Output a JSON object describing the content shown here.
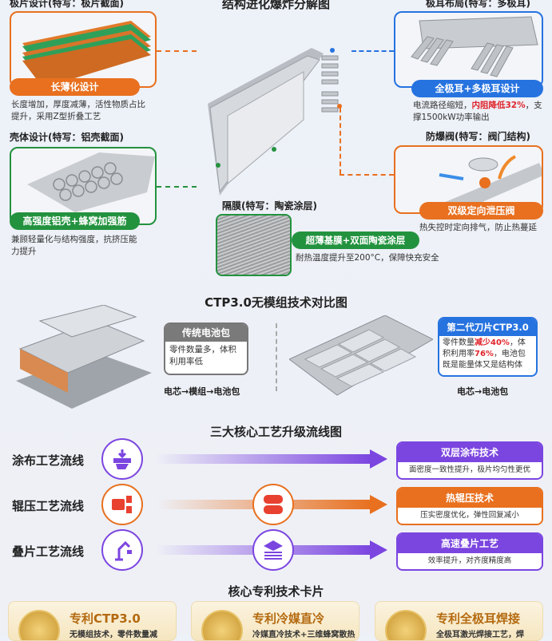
{
  "exploded": {
    "title": "结构进化爆炸分解图",
    "electrode": {
      "label": "极片设计(特写：极片截面)",
      "pill": "长薄化设计",
      "desc": "长度增加，厚度减薄，活性物质占比提升，采用Z型折叠工艺",
      "color": "#e8701f"
    },
    "shell": {
      "label": "壳体设计(特写：铝壳截面)",
      "pill": "高强度铝壳+蜂窝加强筋",
      "desc": "兼顾轻量化与结构强度，抗挤压能力提升",
      "color": "#23923f"
    },
    "separator": {
      "label": "隔膜(特写：陶瓷涂层)",
      "pill": "超薄基膜+双面陶瓷涂层",
      "desc": "耐热温度提升至200°C，保障快充安全",
      "color": "#23923f"
    },
    "tabs": {
      "label": "极耳布局(特写：多极耳)",
      "pill": "全极耳+多极耳设计",
      "desc_a": "电流路径缩短，",
      "desc_hl": "内阻降低32%",
      "desc_b": "，支撑1500kW功率输出",
      "color": "#2673e0"
    },
    "valve": {
      "label": "防爆阀(特写：阀门结构)",
      "pill": "双级定向泄压阀",
      "desc": "热失控时定向排气，防止热蔓延",
      "color": "#e8701f"
    }
  },
  "ctp": {
    "title": "CTP3.0无模组技术对比图",
    "traditional": {
      "title": "传统电池包",
      "desc": "零件数量多，体积利用率低",
      "flow": "电芯→模组→电池包"
    },
    "blade": {
      "title": "第二代刀片CTP3.0",
      "d1": "零件数量",
      "h1": "减少40%",
      "d2": "，体积利用率",
      "h2": "76%",
      "d3": "，电池包既是能量体又是结构体",
      "flow": "电芯→电池包"
    }
  },
  "process": {
    "title": "三大核心工艺升级流线图",
    "rows": [
      {
        "label": "涂布工艺流线",
        "title": "双层涂布技术",
        "desc": "面密度一致性提升，极片均匀性更优",
        "color": "#7b45e0"
      },
      {
        "label": "辊压工艺流线",
        "title": "热辊压技术",
        "desc": "压实密度优化，弹性回复减小",
        "color": "#e8701f"
      },
      {
        "label": "叠片工艺流线",
        "title": "高速叠片工艺",
        "desc": "效率提升，对齐度精度高",
        "color": "#7b45e0"
      }
    ]
  },
  "patents": {
    "title": "核心专利技术卡片",
    "cards": [
      {
        "title": "专利CTP3.0",
        "desc": "无模组技术，零件数量减"
      },
      {
        "title": "专利冷媒直冷",
        "desc": "冷媒直冷技术+三维蜂窝散热"
      },
      {
        "title": "专利全极耳焊接",
        "desc": "全极耳激光焊接工艺，焊"
      }
    ]
  }
}
